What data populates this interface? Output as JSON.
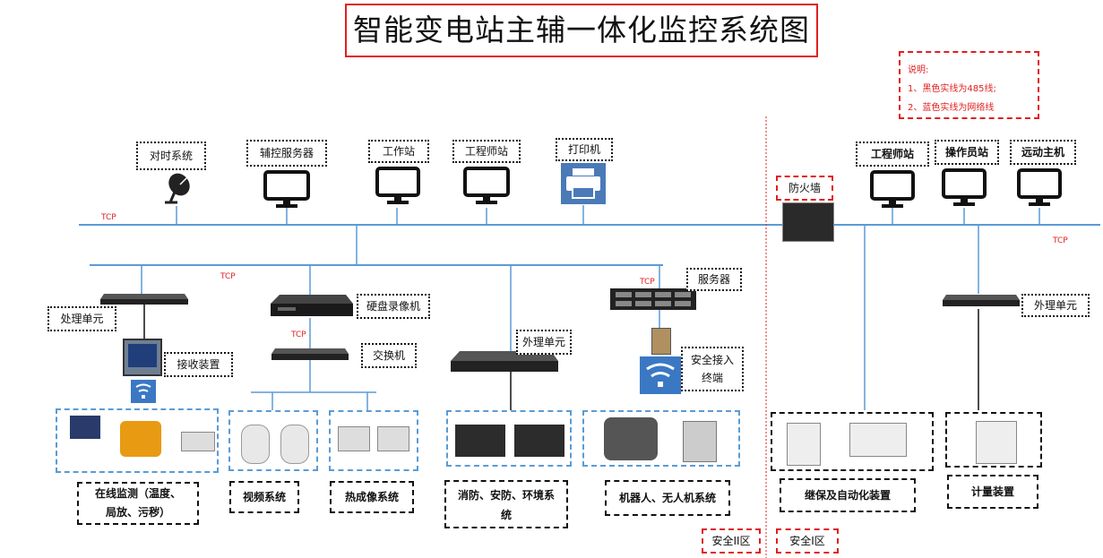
{
  "title": "智能变电站主辅一体化监控系统图",
  "legend": {
    "heading": "说明:",
    "line1": "1、黑色实线为485线;",
    "line2": "2、蓝色实线为网络线"
  },
  "colors": {
    "network": "#5b9bd5",
    "rs485": "#111111",
    "accent": "#e02020"
  },
  "left_top": {
    "time_system": "对时系统",
    "aux_server": "辅控服务器",
    "workstation": "工作站",
    "engineer_station": "工程师站",
    "printer": "打印机"
  },
  "right_top": {
    "engineer_station": "工程师站",
    "operator_station": "操作员站",
    "remote_host": "远动主机",
    "firewall": "防火墙"
  },
  "tcp": {
    "a": "TCP",
    "b": "TCP",
    "c": "TCP",
    "d": "TCP",
    "e": "TCP"
  },
  "devices": {
    "processing_unit": "处理单元",
    "receiving_device": "接收装置",
    "nvr": "硬盘录像机",
    "switch": "交换机",
    "external_unit": "外理单元",
    "server": "服务器",
    "security_terminal_1": "安全接入",
    "security_terminal_2": "终端",
    "external_unit_right": "外理单元"
  },
  "groups": {
    "online_monitor_1": "在线监测（温度、",
    "online_monitor_2": "局放、污秽）",
    "video": "视频系统",
    "thermal": "热成像系统",
    "fire_1": "消防、安防、环境系",
    "fire_2": "统",
    "robot": "机器人、无人机系统",
    "protection": "继保及自动化装置",
    "metering": "计量装置"
  },
  "zones": {
    "zone2": "安全II区",
    "zone1": "安全I区"
  }
}
